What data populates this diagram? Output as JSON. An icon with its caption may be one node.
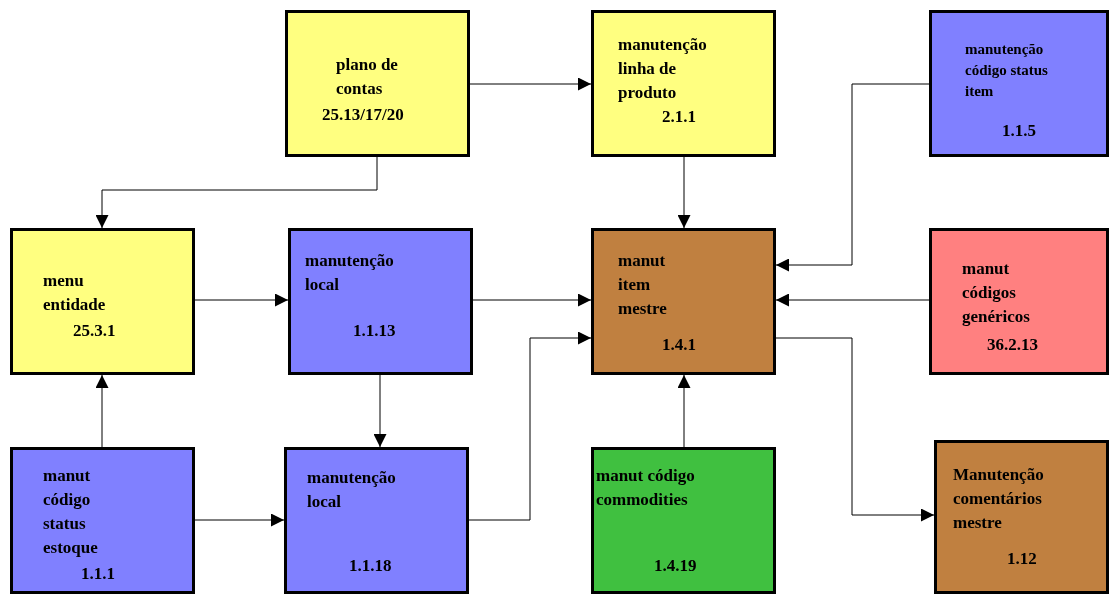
{
  "diagram": {
    "nodes": [
      {
        "text": [
          "plano de contas",
          "25.13/17/20"
        ]
      },
      {
        "text": [
          "manutenção linha de produto",
          "2.1.1"
        ]
      },
      {
        "text": [
          "manutenção código status item",
          "1.1.5"
        ]
      },
      {
        "text": [
          "menu entidade",
          "25.3.1"
        ]
      },
      {
        "text": [
          "manutenção local",
          "1.1.13"
        ]
      },
      {
        "text": [
          "manut item mestre",
          "1.4.1"
        ]
      },
      {
        "text": [
          "manut códigos genéricos",
          "36.2.13"
        ]
      },
      {
        "text": [
          "manut código status estoque",
          "1.1.1"
        ]
      },
      {
        "text": [
          "manutenção local",
          "1.1.18"
        ]
      },
      {
        "text": [
          "manut código commodities",
          "1.4.19"
        ]
      },
      {
        "text": [
          "Manutenção comentários mestre",
          "1.12"
        ]
      }
    ],
    "edges": [
      {
        "from": 0,
        "to": 1,
        "arrow": "to"
      },
      {
        "from": 0,
        "to": 3,
        "arrow": "to"
      },
      {
        "from": 1,
        "to": 5,
        "arrow": "to"
      },
      {
        "from": 2,
        "to": 5,
        "arrow": "to"
      },
      {
        "from": 3,
        "to": 4,
        "arrow": "to"
      },
      {
        "from": 4,
        "to": 5,
        "arrow": "to"
      },
      {
        "from": 6,
        "to": 5,
        "arrow": "to"
      },
      {
        "from": 4,
        "to": 8,
        "arrow": "to"
      },
      {
        "from": 7,
        "to": 3,
        "arrow": "to"
      },
      {
        "from": 7,
        "to": 8,
        "arrow": "to"
      },
      {
        "from": 8,
        "to": 5,
        "arrow": "to"
      },
      {
        "from": 9,
        "to": 5,
        "arrow": "to"
      },
      {
        "from": 5,
        "to": 10,
        "arrow": "to"
      }
    ]
  }
}
